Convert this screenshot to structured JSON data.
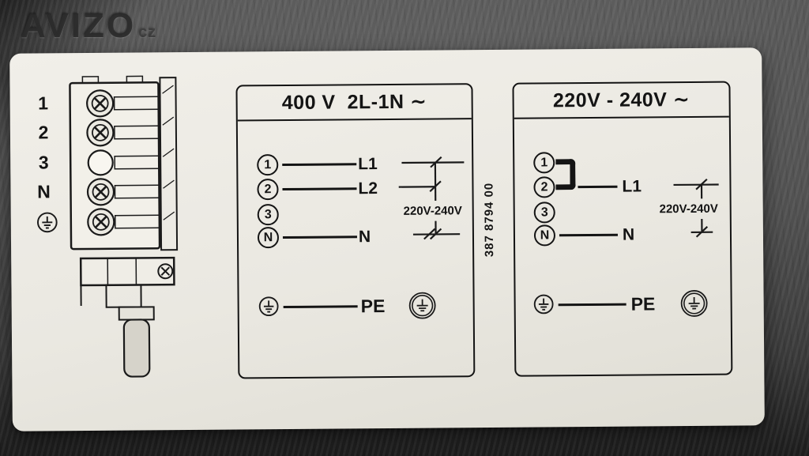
{
  "watermark": {
    "name": "AVIZO",
    "suffix": "cz"
  },
  "part_number": "387 8794 00",
  "terminal_block": {
    "labels": [
      "1",
      "2",
      "3",
      "N"
    ]
  },
  "diagram_400v": {
    "title": "400 V  2L-1N ∼",
    "rows": [
      {
        "terminal": "1",
        "label": "L1"
      },
      {
        "terminal": "2",
        "label": "L2"
      },
      {
        "terminal": "3",
        "label": ""
      },
      {
        "terminal": "N",
        "label": "N"
      }
    ],
    "voltage_note": "220V-240V",
    "pe_label": "PE"
  },
  "diagram_220v": {
    "title": "220V - 240V ∼",
    "rows": [
      {
        "terminal": "1",
        "label": ""
      },
      {
        "terminal": "2",
        "label": "L1"
      },
      {
        "terminal": "3",
        "label": ""
      },
      {
        "terminal": "N",
        "label": "N"
      }
    ],
    "bridge": "1-2",
    "voltage_note": "220V-240V",
    "pe_label": "PE"
  },
  "colors": {
    "label_bg": "#eae8e1",
    "ink": "#141414",
    "background": "#474747"
  }
}
